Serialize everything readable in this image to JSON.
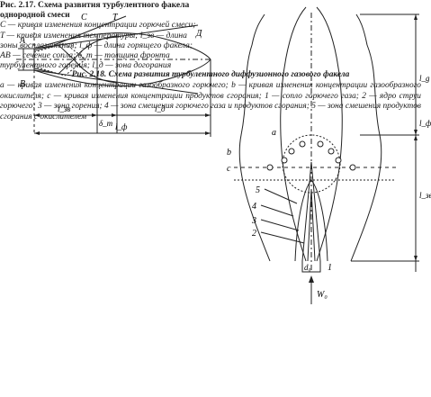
{
  "figure_217": {
    "labels": {
      "A": "A",
      "B": "B",
      "C": "C",
      "T": "T",
      "D": "Д"
    },
    "dims": {
      "l_zv": "l_зв",
      "delta_t": "δ_т",
      "l_d": "l_д",
      "l_f": "l_ф"
    },
    "caption_title": "Рис. 2.17. Схема развития турбулентного факела однородной смеси",
    "caption_body": "C — кривая изменения концентрации горючей смеси; T — кривая изменения температуры; l_зв — длина зоны воспламенения; l_ф — длина горящего факела; AB — сечение сопла; δ_т — толщина фронта турбулентного горения; l_д — зона догорания"
  },
  "figure_218": {
    "labels": {
      "a": "a",
      "b": "b",
      "c": "c",
      "n5": "5",
      "n4": "4",
      "n3": "3",
      "n2": "2",
      "n1": "1",
      "d0": "d₀",
      "w0": "W₀"
    },
    "dims": {
      "l_g": "l_g",
      "l_f": "l_ф",
      "l_zv": "l_зв"
    },
    "caption_title": "Рис. 2.18. Схема развития турбулентного диффузионного газового факела",
    "caption_body": "a — кривая изменения концентрации газообразного горючего; b — кривая изменения концентрации газообразного окислителя; c — кривая изменения концентрации продуктов сгорания; 1 — сопло горючего газа; 2 — ядро струи горючего; 3 — зона горения; 4 — зона смешения горючего газа и продуктов сгорания; 5 — зона смешения продуктов сгорания с окислителем"
  }
}
